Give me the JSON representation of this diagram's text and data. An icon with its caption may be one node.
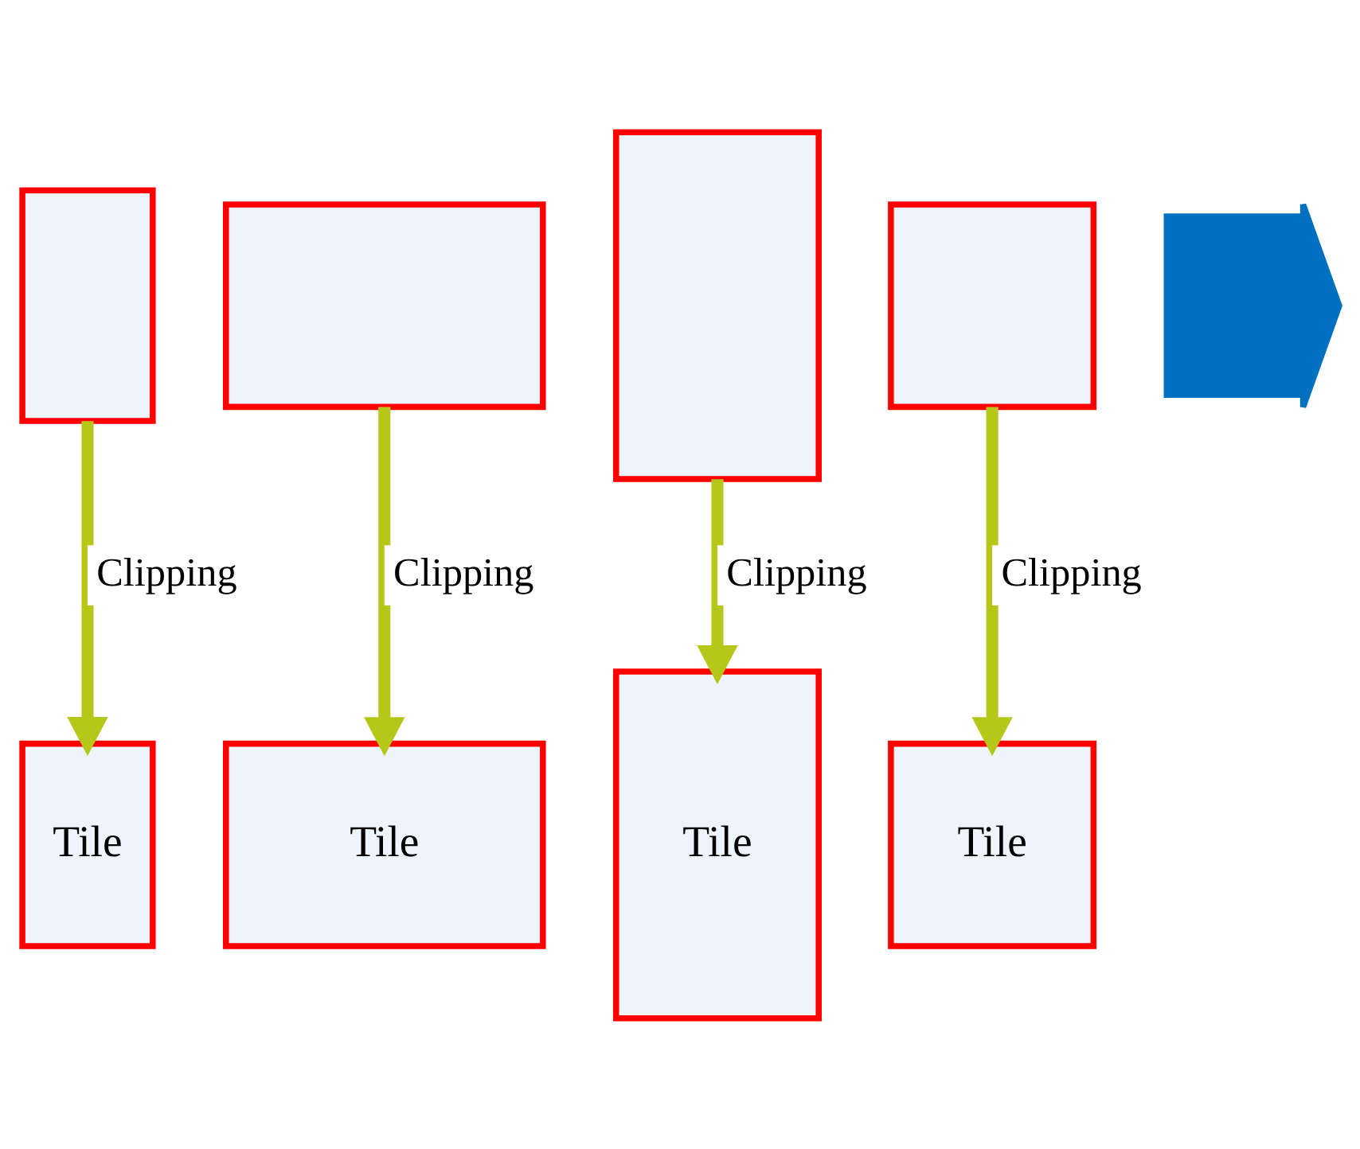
{
  "diagram": {
    "nodes": [
      {
        "text": [],
        "shape": "box"
      },
      {
        "text": [],
        "shape": "box"
      },
      {
        "text": [],
        "shape": "box"
      },
      {
        "text": [],
        "shape": "box"
      },
      {
        "text": [
          "Tile"
        ]
      },
      {
        "text": [
          "Tile"
        ]
      },
      {
        "text": [
          "Tile"
        ]
      },
      {
        "text": [
          "Tile"
        ]
      },
      {
        "text": [],
        "shape": "arrow"
      }
    ],
    "edges": [
      {
        "from": 2,
        "to": 4,
        "arrow": "to",
        "label": "Clipping"
      },
      {
        "from": 0,
        "to": 6,
        "arrow": "to",
        "label": "Clipping"
      },
      {
        "from": 3,
        "to": 5,
        "arrow": "to",
        "label": "Clipping"
      },
      {
        "from": 1,
        "to": 7,
        "arrow": "to",
        "label": "Clipping"
      }
    ]
  }
}
